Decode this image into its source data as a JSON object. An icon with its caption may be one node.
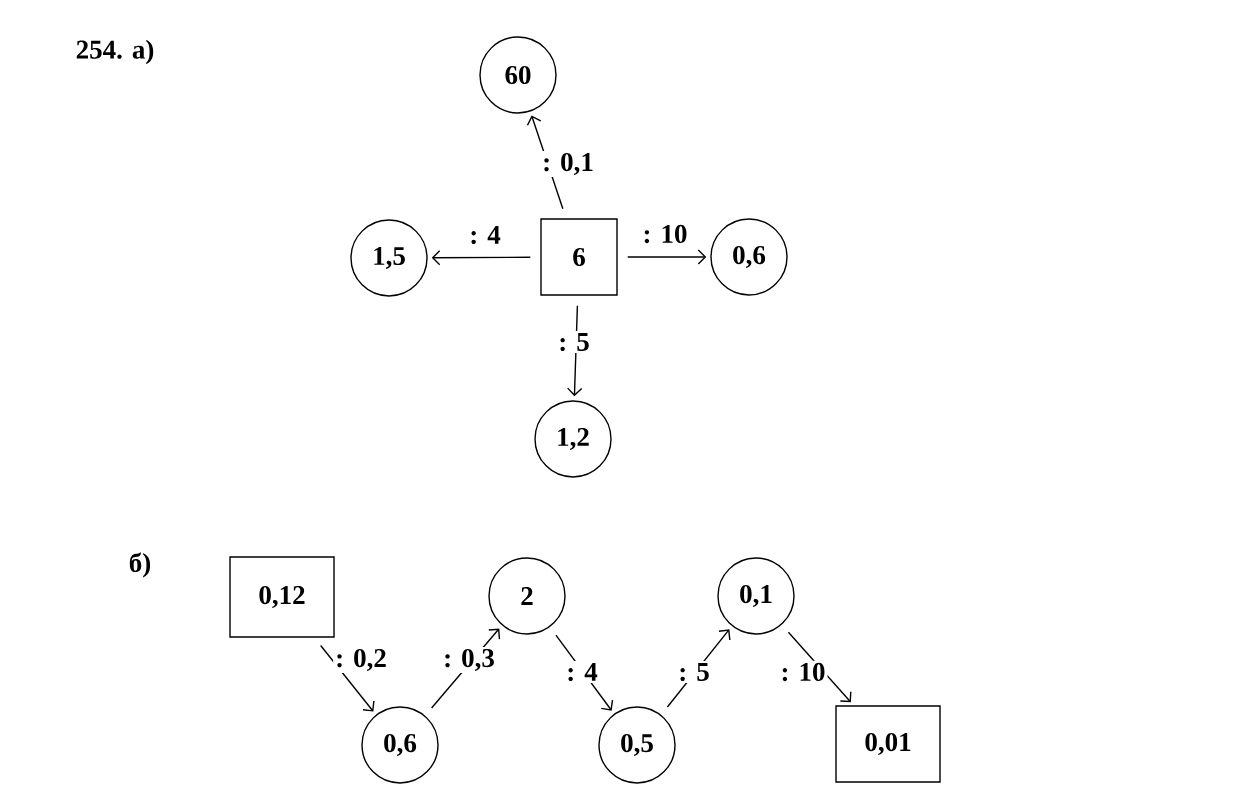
{
  "diagram": {
    "nodes": [
      {
        "text": [
          "60"
        ]
      },
      {
        "text": [
          "1,5"
        ]
      },
      {
        "text": [
          "6"
        ]
      },
      {
        "text": [
          "0,6"
        ]
      },
      {
        "text": [
          "1,2"
        ]
      },
      {
        "text": [
          "0,12"
        ]
      },
      {
        "text": [
          "0,6"
        ]
      },
      {
        "text": [
          "2"
        ]
      },
      {
        "text": [
          "0,5"
        ]
      },
      {
        "text": [
          "0,1"
        ]
      },
      {
        "text": [
          "0,01"
        ]
      }
    ],
    "edges": [
      {
        "from": 2,
        "to": 0,
        "arrow": "to",
        "label": ": 0,1"
      },
      {
        "from": 2,
        "to": 1,
        "arrow": "to",
        "label": ": 4"
      },
      {
        "from": 2,
        "to": 3,
        "arrow": "to",
        "label": ": 10"
      },
      {
        "from": 2,
        "to": 4,
        "arrow": "to",
        "label": ": 5"
      },
      {
        "from": 5,
        "to": 6,
        "arrow": "to",
        "label": ": 0,2"
      },
      {
        "from": 6,
        "to": 7,
        "arrow": "to",
        "label": ": 0,3"
      },
      {
        "from": 7,
        "to": 8,
        "arrow": "to",
        "label": ": 4"
      },
      {
        "from": 8,
        "to": 9,
        "arrow": "to",
        "label": ": 5"
      },
      {
        "from": 9,
        "to": 10,
        "arrow": "to",
        "label": ": 10"
      }
    ],
    "labels": [
      "254. а)",
      "б)"
    ]
  }
}
